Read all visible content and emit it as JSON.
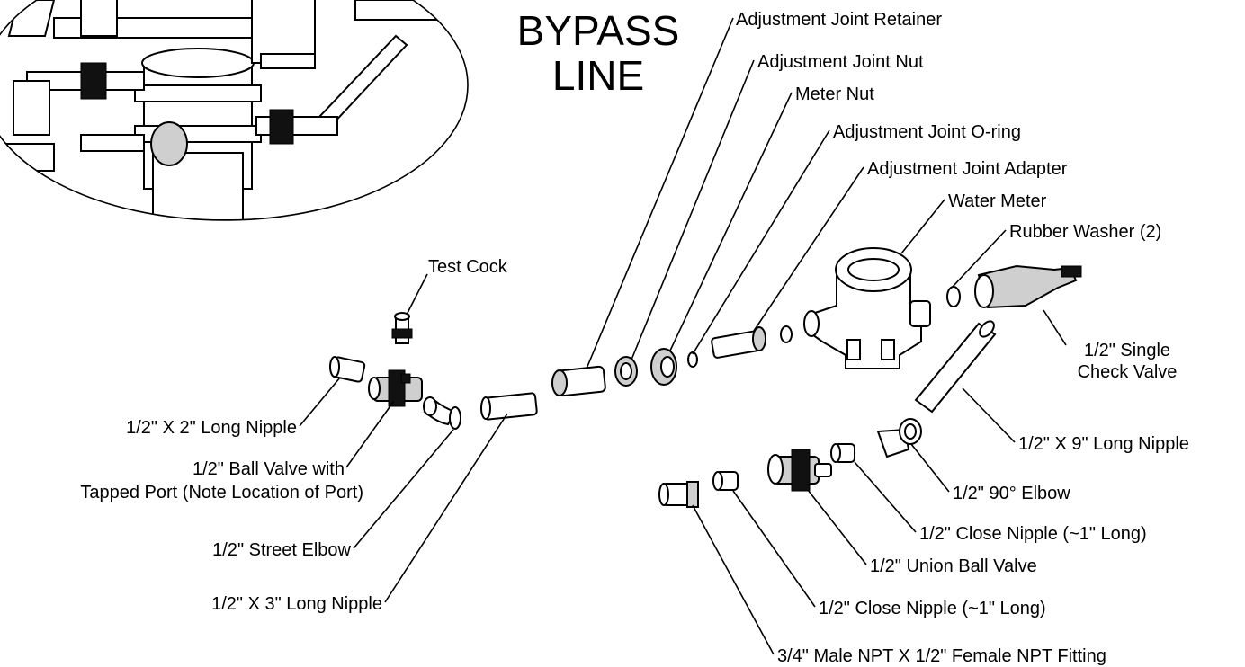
{
  "title_lines": [
    "BYPASS",
    "LINE"
  ],
  "labels": {
    "adj_joint_retainer": "Adjustment Joint Retainer",
    "adj_joint_nut": "Adjustment Joint Nut",
    "meter_nut": "Meter Nut",
    "adj_joint_oring": "Adjustment Joint O-ring",
    "adj_joint_adapter": "Adjustment Joint Adapter",
    "water_meter": "Water Meter",
    "rubber_washer": "Rubber Washer (2)",
    "test_cock": "Test Cock",
    "single_check_valve_1": "1/2\" Single",
    "single_check_valve_2": "Check Valve",
    "nipple_2in": "1/2\" X 2\" Long Nipple",
    "ball_valve_1": "1/2\" Ball Valve with",
    "ball_valve_2": "Tapped Port (Note Location of Port)",
    "street_elbow": "1/2\" Street Elbow",
    "nipple_3in": "1/2\" X 3\" Long Nipple",
    "nipple_9in": "1/2\" X 9\" Long Nipple",
    "elbow_90": "1/2\" 90° Elbow",
    "close_nipple_a": "1/2\" Close Nipple (~1\" Long)",
    "union_ball_valve": "1/2\" Union Ball Valve",
    "close_nipple_b": "1/2\" Close Nipple (~1\" Long)",
    "npt_fitting": "3/4\" Male NPT X 1/2\" Female NPT Fitting"
  }
}
